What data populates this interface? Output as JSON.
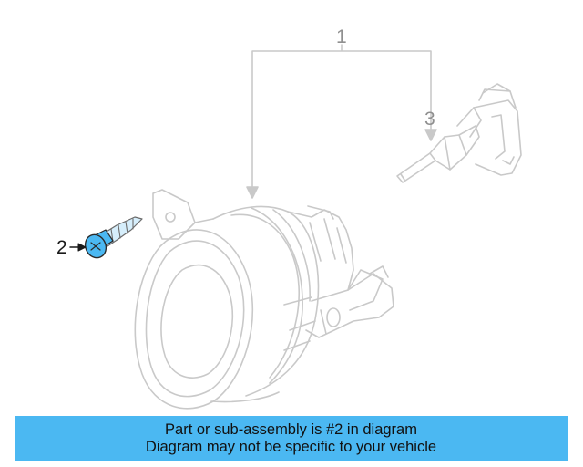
{
  "callouts": {
    "assembly": "1",
    "screw": "2",
    "bulb": "3"
  },
  "banner": {
    "line1": "Part or sub-assembly is #2 in diagram",
    "line2": "Diagram may not be specific to your vehicle"
  },
  "colors": {
    "highlight": "#4bb8f2",
    "lines": "#c8c8c8",
    "callout_gray": "#8f8f8f"
  }
}
